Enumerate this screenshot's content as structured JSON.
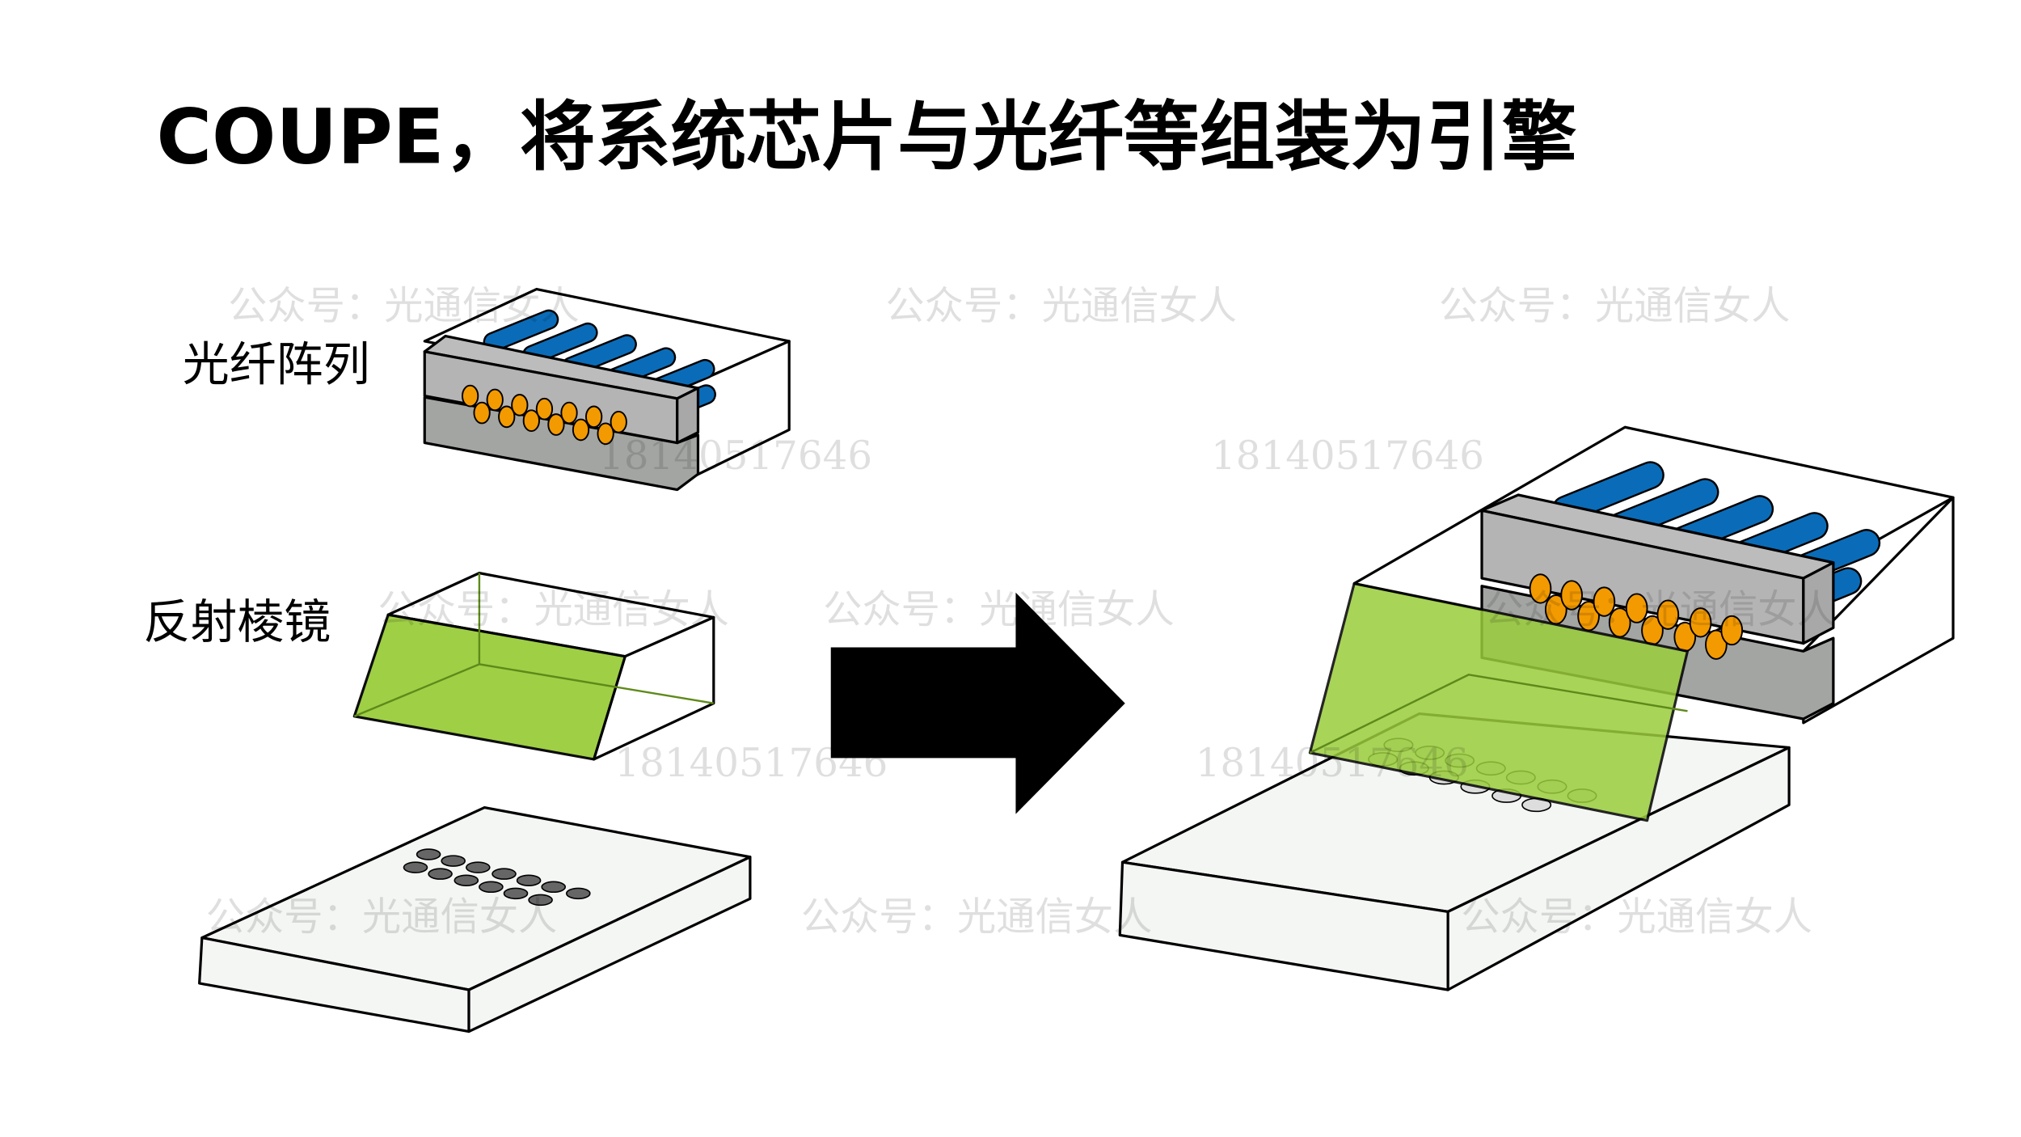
{
  "title": "COUPE，将系统芯片与光纤等组装为引擎",
  "labels": {
    "fiber_array": "光纤阵列",
    "prism": "反射棱镜"
  },
  "watermarks": {
    "account": "公众号：光通信女人",
    "phone": "18140517646"
  },
  "colors": {
    "fiber_blue": "#0a6cb8",
    "core_orange": "#f39a00",
    "prism_green": "#9acd3c",
    "block_gray": "#b4b4b4",
    "substrate": "#f4f6f4",
    "arrow": "#000000"
  }
}
